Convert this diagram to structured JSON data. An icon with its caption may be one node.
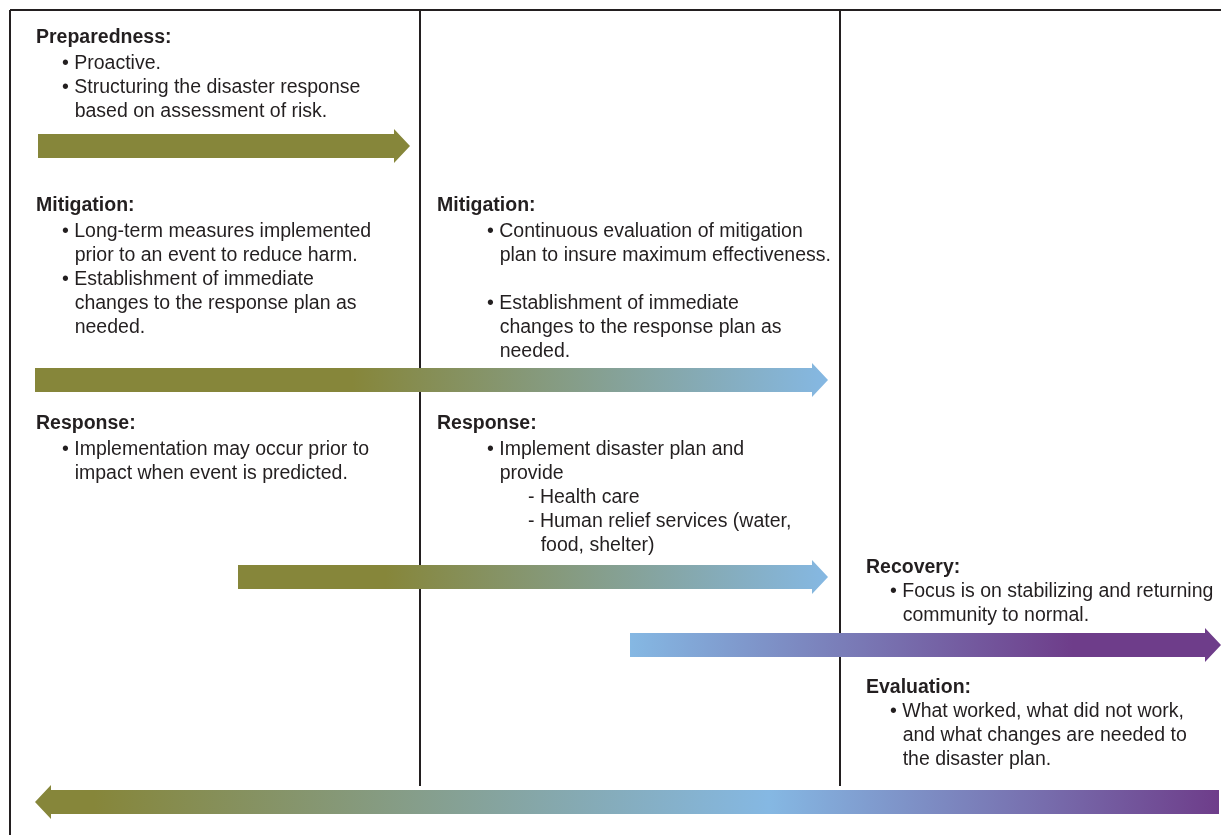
{
  "diagram": {
    "labels": [
      "Preparedness:",
      "• Proactive.",
      "• Structuring the disaster response based on assessment of risk.",
      "**Mitigation**:",
      "• Long-term measures implemented prior to an event to reduce harm.",
      "• Establishment of immediate changes to the response plan as needed.",
      "Mitigation:",
      "• Continuous evaluation of mitigation plan to insure maximum effectiveness.",
      "• Establishment of immediate changes to the response plan as needed.",
      "Response:",
      "• Implementation may occur prior to impact when event is predicted.",
      "Response:",
      "• Implement disaster plan and provide",
      "- Health care",
      "- Human relief services (water, food, shelter)",
      "Recovery:",
      "• Focus is on stabilizing and returning community to normal.",
      "Evaluation:",
      "• What worked, what did not work, and what changes are needed to the disaster plan."
    ]
  }
}
